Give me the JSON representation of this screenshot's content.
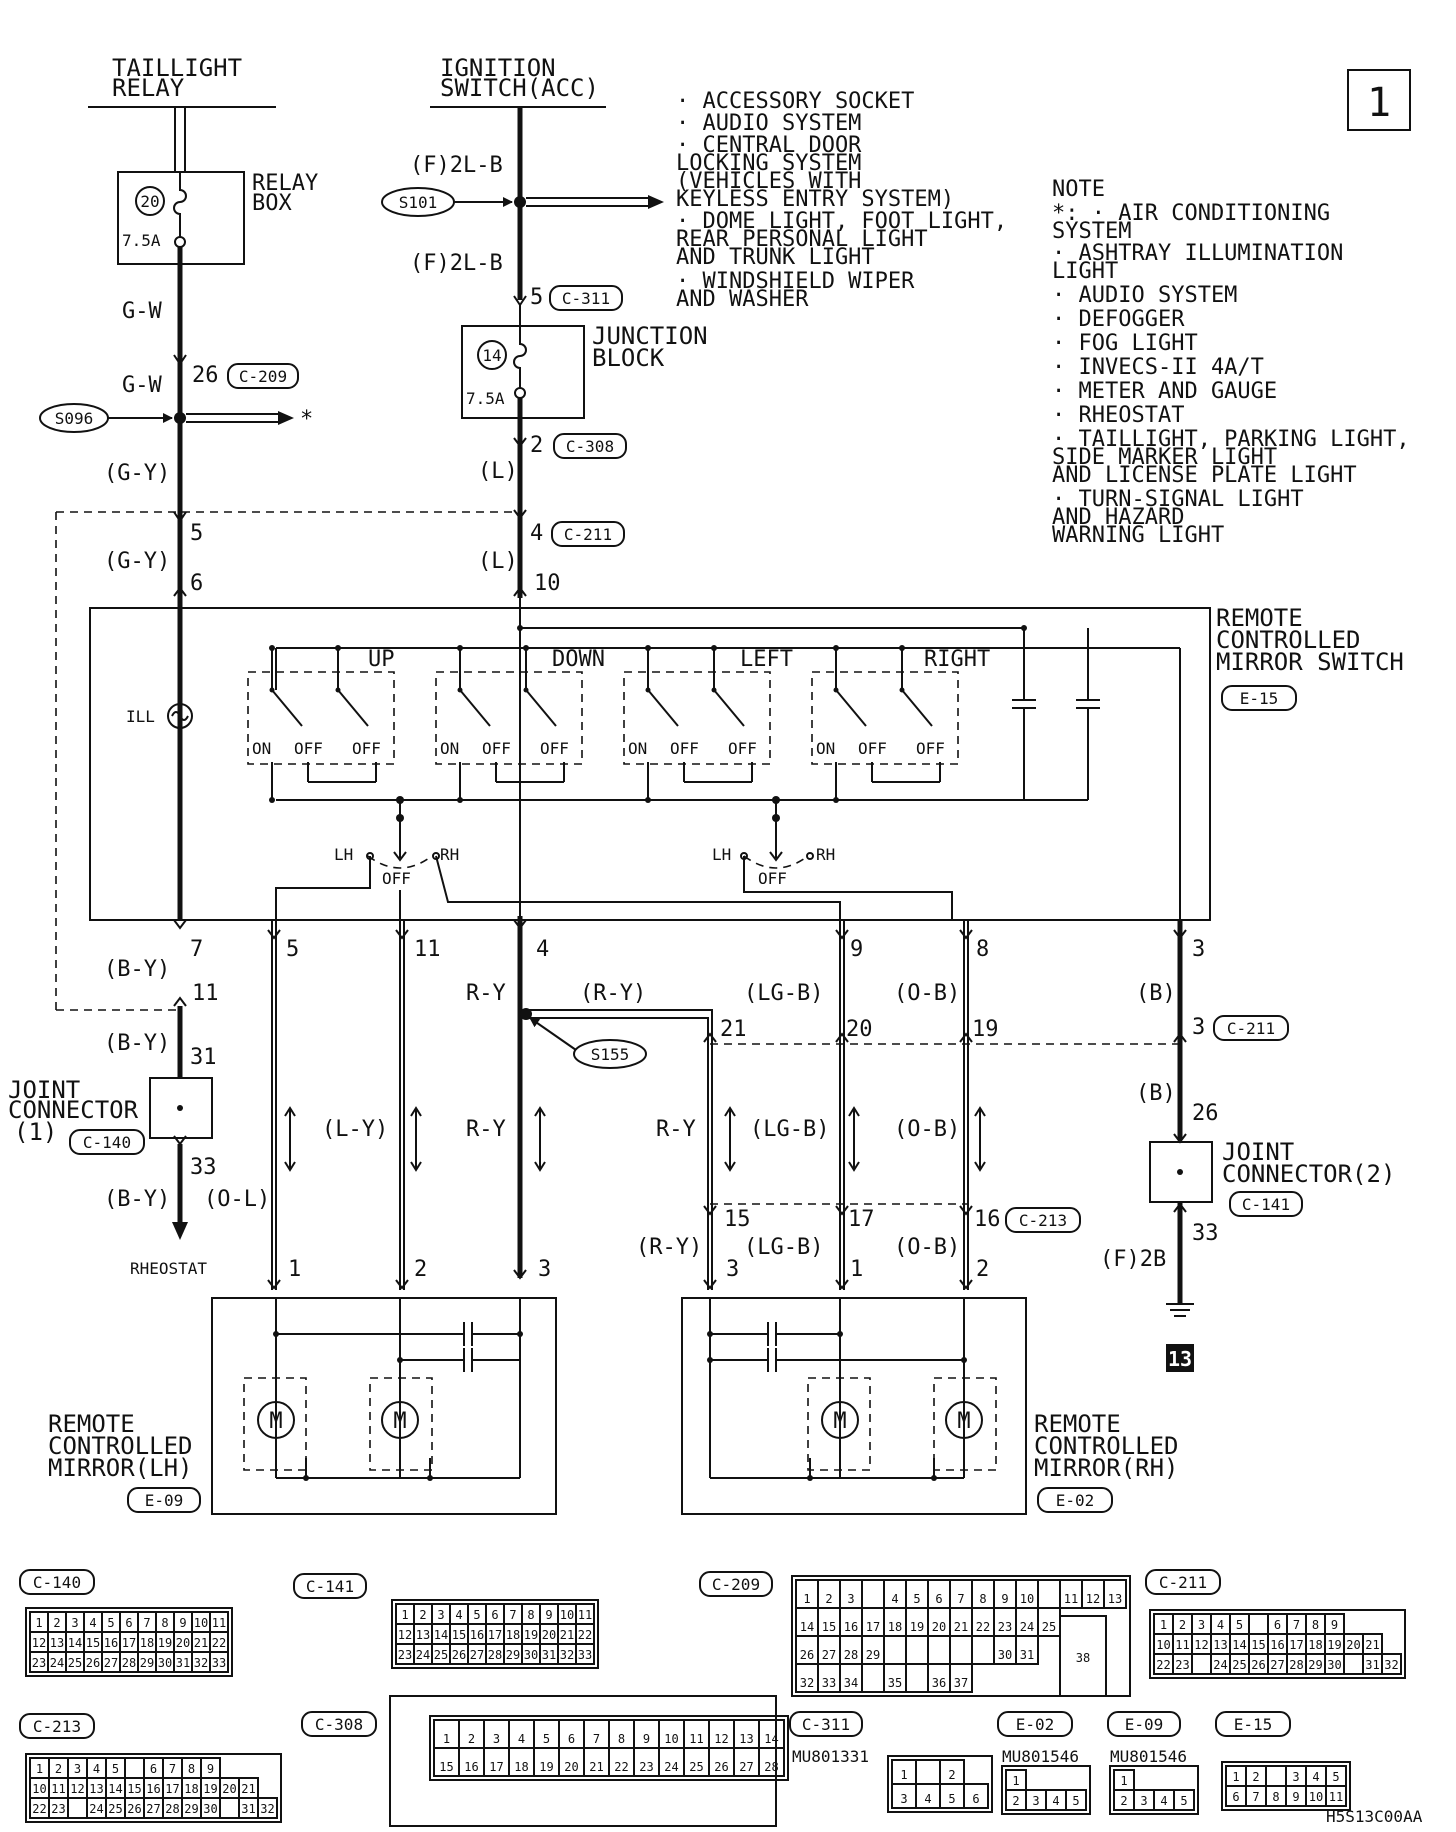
{
  "page_number": "1",
  "taillight_relay": [
    "TAILLIGHT",
    "RELAY"
  ],
  "ignition_switch": [
    "IGNITION",
    "SWITCH(ACC)"
  ],
  "relay_box": {
    "label": [
      "RELAY",
      "BOX"
    ],
    "fuse_no": "20",
    "amp": "7.5A"
  },
  "junction_block": {
    "label": [
      "JUNCTION",
      "BLOCK"
    ],
    "fuse_no": "14",
    "amp": "7.5A"
  },
  "acc_list": [
    "· ACCESSORY SOCKET",
    "· AUDIO SYSTEM",
    "· CENTRAL DOOR",
    "  LOCKING SYSTEM",
    "  (VEHICLES WITH",
    "   KEYLESS ENTRY SYSTEM)",
    "· DOME LIGHT, FOOT LIGHT,",
    "  REAR PERSONAL LIGHT",
    "  AND TRUNK LIGHT",
    "· WINDSHIELD WIPER",
    "  AND WASHER"
  ],
  "note": {
    "title": "NOTE",
    "lines": [
      "*: · AIR CONDITIONING",
      "     SYSTEM",
      "   · ASHTRAY ILLUMINATION",
      "     LIGHT",
      "   · AUDIO SYSTEM",
      "   · DEFOGGER",
      "   · FOG LIGHT",
      "   · INVECS-II 4A/T",
      "   · METER AND GAUGE",
      "   · RHEOSTAT",
      "   · TAILLIGHT, PARKING LIGHT,",
      "     SIDE MARKER LIGHT",
      "     AND LICENSE PLATE LIGHT",
      "   · TURN-SIGNAL LIGHT",
      "     AND HAZARD",
      "     WARNING LIGHT"
    ]
  },
  "splices": {
    "s101": "S101",
    "s096": "S096",
    "s155": "S155"
  },
  "wires": {
    "gw1": "G-W",
    "gw2": "G-W",
    "gy1": "(G-Y)",
    "gy2": "(G-Y)",
    "f2lb1": "(F)2L-B",
    "f2lb2": "(F)2L-B",
    "l1": "(L)",
    "l2": "(L)",
    "by1": "(B-Y)",
    "by2": "(B-Y)",
    "by3": "(B-Y)",
    "ol": "(O-L)",
    "ly": "(L-Y)",
    "ry1": "R-Y",
    "ry2": "R-Y",
    "ry_paren1": "(R-Y)",
    "ry3": "R-Y",
    "ry_paren2": "(R-Y)",
    "lgb1": "(LG-B)",
    "lgb2": "(LG-B)",
    "lgb3": "(LG-B)",
    "ob1": "(O-B)",
    "ob2": "(O-B)",
    "ob3": "(O-B)",
    "b1": "(B)",
    "b2": "(B)",
    "f2b": "(F)2B",
    "star": "*"
  },
  "pins": {
    "p5_c311": "5",
    "p26": "26",
    "p2_c308": "2",
    "p5": "5",
    "p4": "4",
    "p6": "6",
    "p10": "10",
    "p7": "7",
    "p5b": "5",
    "p11": "11",
    "p4b": "4",
    "p9": "9",
    "p8": "8",
    "p3": "3",
    "p11b": "11",
    "p31": "31",
    "p33": "33",
    "p21": "21",
    "p20": "20",
    "p19": "19",
    "p3b": "3",
    "p26b": "26",
    "p33b": "33",
    "p15": "15",
    "p17": "17",
    "p16": "16",
    "m1": "1",
    "m2": "2",
    "m3": "3",
    "m3r": "3",
    "m1r": "1",
    "m2r": "2"
  },
  "connectors": {
    "c311": "C-311",
    "c209": "C-209",
    "c308": "C-308",
    "c211": "C-211",
    "c211b": "C-211",
    "e15": "E-15",
    "c140": "C-140",
    "c141": "C-141",
    "c213": "C-213",
    "e09": "E-09",
    "e02": "E-02"
  },
  "switch": {
    "title": [
      "REMOTE",
      "CONTROLLED",
      "MIRROR SWITCH"
    ],
    "up": "UP",
    "down": "DOWN",
    "left": "LEFT",
    "right": "RIGHT",
    "ill": "ILL",
    "on": "ON",
    "off": "OFF",
    "lh": "LH",
    "rh": "RH"
  },
  "joint1": [
    "JOINT",
    "CONNECTOR",
    "(1)"
  ],
  "joint2": [
    "JOINT",
    "CONNECTOR(2)"
  ],
  "rheostat": "RHEOSTAT",
  "ground_no": "13",
  "mirror_lh": [
    "REMOTE",
    "CONTROLLED",
    "MIRROR(LH)"
  ],
  "mirror_rh": [
    "REMOTE",
    "CONTROLLED",
    "MIRROR(RH)"
  ],
  "bottom": {
    "c140": "C-140",
    "c141": "C-141",
    "c209": "C-209",
    "c211": "C-211",
    "c213": "C-213",
    "c308": "C-308",
    "c311": "C-311",
    "e02": "E-02",
    "e09": "E-09",
    "e15": "E-15",
    "part1": "MU801331",
    "part2": "MU801546",
    "part3": "MU801546",
    "code": "H5S13C00AA"
  },
  "grids": {
    "c140": [
      [
        "1",
        "2",
        "3",
        "4",
        "5",
        "6",
        "7",
        "8",
        "9",
        "10",
        "11"
      ],
      [
        "12",
        "13",
        "14",
        "15",
        "16",
        "17",
        "18",
        "19",
        "20",
        "21",
        "22"
      ],
      [
        "23",
        "24",
        "25",
        "26",
        "27",
        "28",
        "29",
        "30",
        "31",
        "32",
        "33"
      ]
    ],
    "c141": [
      [
        "1",
        "2",
        "3",
        "4",
        "5",
        "6",
        "7",
        "8",
        "9",
        "10",
        "11"
      ],
      [
        "12",
        "13",
        "14",
        "15",
        "16",
        "17",
        "18",
        "19",
        "20",
        "21",
        "22"
      ],
      [
        "23",
        "24",
        "25",
        "26",
        "27",
        "28",
        "29",
        "30",
        "31",
        "32",
        "33"
      ]
    ],
    "c211": [
      [
        "1",
        "2",
        "3",
        "4",
        "5",
        "",
        "6",
        "7",
        "8",
        "9"
      ],
      [
        "10",
        "11",
        "12",
        "13",
        "14",
        "15",
        "16",
        "17",
        "18",
        "19",
        "20",
        "21"
      ],
      [
        "22",
        "23",
        "",
        "24",
        "25",
        "26",
        "27",
        "28",
        "29",
        "30",
        "",
        "31",
        "32"
      ]
    ],
    "c213": [
      [
        "1",
        "2",
        "3",
        "4",
        "5",
        "",
        "6",
        "7",
        "8",
        "9"
      ],
      [
        "10",
        "11",
        "12",
        "13",
        "14",
        "15",
        "16",
        "17",
        "18",
        "19",
        "20",
        "21"
      ],
      [
        "22",
        "23",
        "",
        "24",
        "25",
        "26",
        "27",
        "28",
        "29",
        "30",
        "",
        "31",
        "32"
      ]
    ],
    "c308": [
      [
        "1",
        "2",
        "3",
        "4",
        "5",
        "6",
        "7",
        "8",
        "9",
        "10",
        "11",
        "12",
        "13",
        "14"
      ],
      [
        "15",
        "16",
        "17",
        "18",
        "19",
        "20",
        "21",
        "22",
        "23",
        "24",
        "25",
        "26",
        "27",
        "28"
      ]
    ],
    "c209": [
      [
        "1",
        "2",
        "3",
        "",
        "4",
        "5",
        "6",
        "7",
        "8",
        "9",
        "10",
        "",
        "11",
        "12",
        "13"
      ],
      [
        "14",
        "15",
        "16",
        "17",
        "18",
        "19",
        "20",
        "21",
        "22",
        "23",
        "24",
        "25"
      ],
      [
        "26",
        "27",
        "28",
        "29",
        "",
        "",
        "",
        "",
        "",
        "30",
        "31"
      ],
      [
        "32",
        "33",
        "34",
        "",
        "35",
        "",
        "36",
        "37"
      ]
    ],
    "c209_big": "38",
    "c311": [
      [
        "1",
        "",
        "2"
      ],
      [
        "3",
        "4",
        "5",
        "6"
      ]
    ],
    "e02": [
      [
        "1"
      ],
      [
        "2",
        "3",
        "4",
        "5"
      ]
    ],
    "e09": [
      [
        "1"
      ],
      [
        "2",
        "3",
        "4",
        "5"
      ]
    ],
    "e15": [
      [
        "1",
        "2",
        "",
        "3",
        "4",
        "5"
      ],
      [
        "6",
        "7",
        "8",
        "9",
        "10",
        "11"
      ]
    ]
  }
}
